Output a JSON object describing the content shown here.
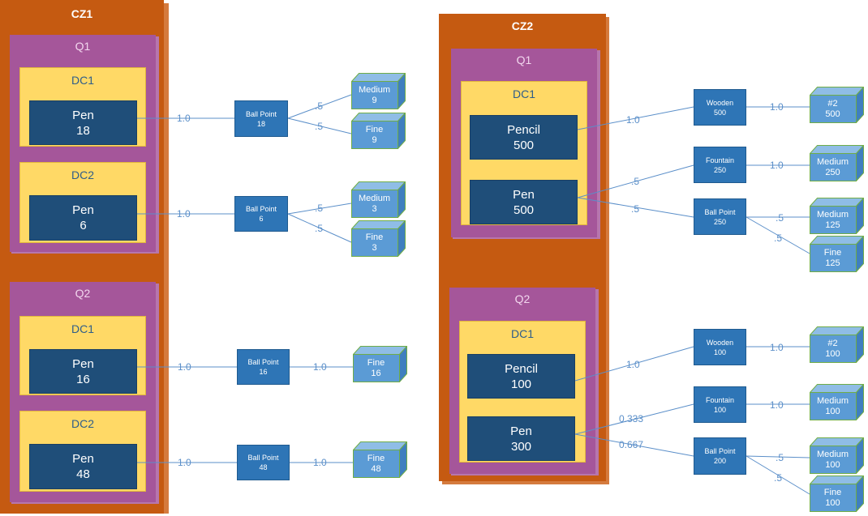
{
  "cz1": {
    "title": "CZ1",
    "q1": {
      "title": "Q1",
      "dc1": {
        "title": "DC1",
        "item": {
          "name": "Pen",
          "qty": "18"
        }
      },
      "dc2": {
        "title": "DC2",
        "item": {
          "name": "Pen",
          "qty": "6"
        }
      }
    },
    "q2": {
      "title": "Q2",
      "dc1": {
        "title": "DC1",
        "item": {
          "name": "Pen",
          "qty": "16"
        }
      },
      "dc2": {
        "title": "DC2",
        "item": {
          "name": "Pen",
          "qty": "48"
        }
      }
    }
  },
  "cz2": {
    "title": "CZ2",
    "q1": {
      "title": "Q1",
      "dc1": {
        "title": "DC1",
        "item1": {
          "name": "Pencil",
          "qty": "500"
        },
        "item2": {
          "name": "Pen",
          "qty": "500"
        }
      }
    },
    "q2": {
      "title": "Q2",
      "dc1": {
        "title": "DC1",
        "item1": {
          "name": "Pencil",
          "qty": "100"
        },
        "item2": {
          "name": "Pen",
          "qty": "300"
        }
      }
    }
  },
  "types": {
    "t1": {
      "name": "Ball Point",
      "qty": "18"
    },
    "t2": {
      "name": "Ball Point",
      "qty": "6"
    },
    "t3": {
      "name": "Ball Point",
      "qty": "16"
    },
    "t4": {
      "name": "Ball Point",
      "qty": "48"
    },
    "t5": {
      "name": "Wooden",
      "qty": "500"
    },
    "t6": {
      "name": "Fountain",
      "qty": "250"
    },
    "t7": {
      "name": "Ball Point",
      "qty": "250"
    },
    "t8": {
      "name": "Wooden",
      "qty": "100"
    },
    "t9": {
      "name": "Fountain",
      "qty": "100"
    },
    "t10": {
      "name": "Ball Point",
      "qty": "200"
    }
  },
  "variants": {
    "v1": {
      "name": "Medium",
      "qty": "9"
    },
    "v2": {
      "name": "Fine",
      "qty": "9"
    },
    "v3": {
      "name": "Medium",
      "qty": "3"
    },
    "v4": {
      "name": "Fine",
      "qty": "3"
    },
    "v5": {
      "name": "Fine",
      "qty": "16"
    },
    "v6": {
      "name": "Fine",
      "qty": "48"
    },
    "v7": {
      "name": "#2",
      "qty": "500"
    },
    "v8": {
      "name": "Medium",
      "qty": "250"
    },
    "v9": {
      "name": "Medium",
      "qty": "125"
    },
    "v10": {
      "name": "Fine",
      "qty": "125"
    },
    "v11": {
      "name": "#2",
      "qty": "100"
    },
    "v12": {
      "name": "Medium",
      "qty": "100"
    },
    "v13": {
      "name": "Medium",
      "qty": "100"
    },
    "v14": {
      "name": "Fine",
      "qty": "100"
    }
  },
  "edges": {
    "e1": "1.0",
    "e2": ".5",
    "e3": ".5",
    "e4": "1.0",
    "e5": ".5",
    "e6": ".5",
    "e7": "1.0",
    "e8": "1.0",
    "e9": "1.0",
    "e10": "1.0",
    "e11": "1.0",
    "e12": "1.0",
    "e13": ".5",
    "e14": "1.0",
    "e15": ".5",
    "e16": ".5",
    "e17": ".5",
    "e18": "1.0",
    "e19": "1.0",
    "e20": "0.333",
    "e21": "1.0",
    "e22": "0.667",
    "e23": ".5",
    "e24": ".5"
  }
}
